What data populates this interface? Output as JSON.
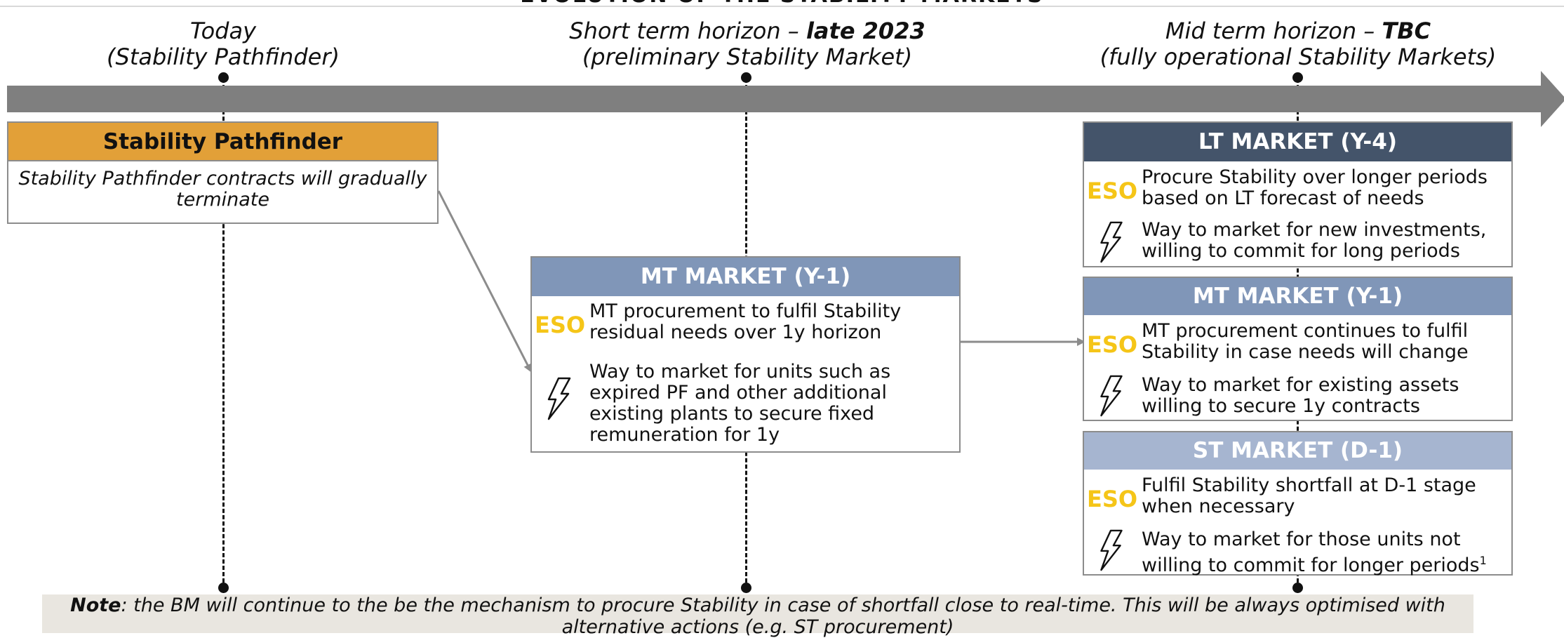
{
  "title": "EVOLUTION OF THE STABILITY MARKETS",
  "horizons": [
    {
      "label": "Today",
      "sub": "(Stability Pathfinder)"
    },
    {
      "label_prefix": "Short term horizon – ",
      "label_bold": "late 2023",
      "sub": "(preliminary Stability Market)"
    },
    {
      "label_prefix": "Mid term horizon – ",
      "label_bold": "TBC",
      "sub": "(fully operational Stability Markets)"
    }
  ],
  "pathfinder": {
    "title": "Stability Pathfinder",
    "text": "Stability Pathfinder contracts will gradually terminate"
  },
  "mt_short": {
    "title": "MT MARKET (Y-1)",
    "eso_label": "ESO",
    "eso_text": "MT procurement to fulfil Stability residual needs over 1y horizon",
    "bolt_text": "Way to market for units such as expired PF and other additional existing plants to secure fixed remuneration for 1y"
  },
  "lt_market": {
    "title": "LT MARKET (Y-4)",
    "eso_label": "ESO",
    "eso_text": "Procure Stability over longer periods based on LT forecast of needs",
    "bolt_text": "Way to market for new investments, willing to commit for long periods"
  },
  "mt_mid": {
    "title": "MT MARKET (Y-1)",
    "eso_label": "ESO",
    "eso_text": "MT procurement continues to fulfil Stability in case needs will change",
    "bolt_text": "Way to market for existing assets willing to secure 1y contracts"
  },
  "st_market": {
    "title": "ST MARKET (D-1)",
    "eso_label": "ESO",
    "eso_text": "Fulfil Stability shortfall at D-1 stage when necessary",
    "bolt_text": "Way to market for those units not willing to commit for longer periods",
    "footnote_mark": "1"
  },
  "note": {
    "label": "Note",
    "text": ": the BM will continue to the be the mechanism to procure Stability in case of shortfall close to real-time. This will be always optimised with alternative actions (e.g. ST procurement)"
  },
  "colors": {
    "timeline_gray": "#7f7f7f",
    "pathfinder_orange": "#e2a038",
    "lt_navy": "#44546a",
    "mt_blue": "#8096b8",
    "st_lightblue": "#a6b5d0",
    "eso_yellow": "#f5c518",
    "note_bg": "#e9e6e0"
  },
  "icons": [
    "lightning-bolt-icon"
  ]
}
